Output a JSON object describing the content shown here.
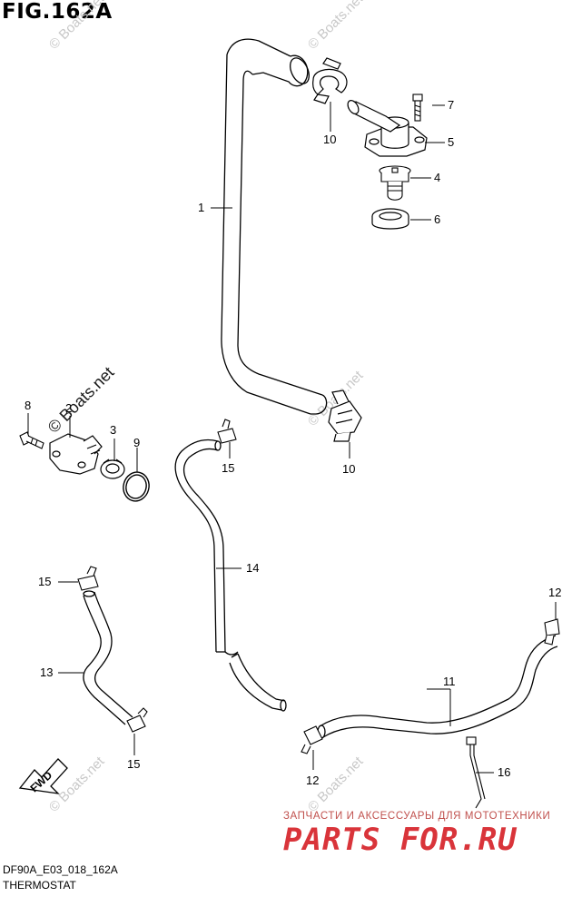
{
  "figure": {
    "title": "FIG.162A",
    "diagram_code": "DF90A_E03_018_162A",
    "name": "THERMOSTAT"
  },
  "callouts": {
    "c1": "1",
    "c2": "2",
    "c3": "3",
    "c4": "4",
    "c5": "5",
    "c6": "6",
    "c7": "7",
    "c8": "8",
    "c9": "9",
    "c10a": "10",
    "c10b": "10",
    "c11": "11",
    "c12a": "12",
    "c12b": "12",
    "c13": "13",
    "c14": "14",
    "c15a": "15",
    "c15b": "15",
    "c15c": "15",
    "c16": "16"
  },
  "fwd_label": "FWD",
  "watermarks": {
    "text": "© Boats.net"
  },
  "branding": {
    "subtitle": "ЗАПЧАСТИ И АКСЕССУАРЫ ДЛЯ МОТОТЕХНИКИ",
    "logo": "PARTS FOR.RU"
  },
  "colors": {
    "line": "#000000",
    "watermark": "#c8c8c8",
    "brand_red": "#d9343a"
  }
}
